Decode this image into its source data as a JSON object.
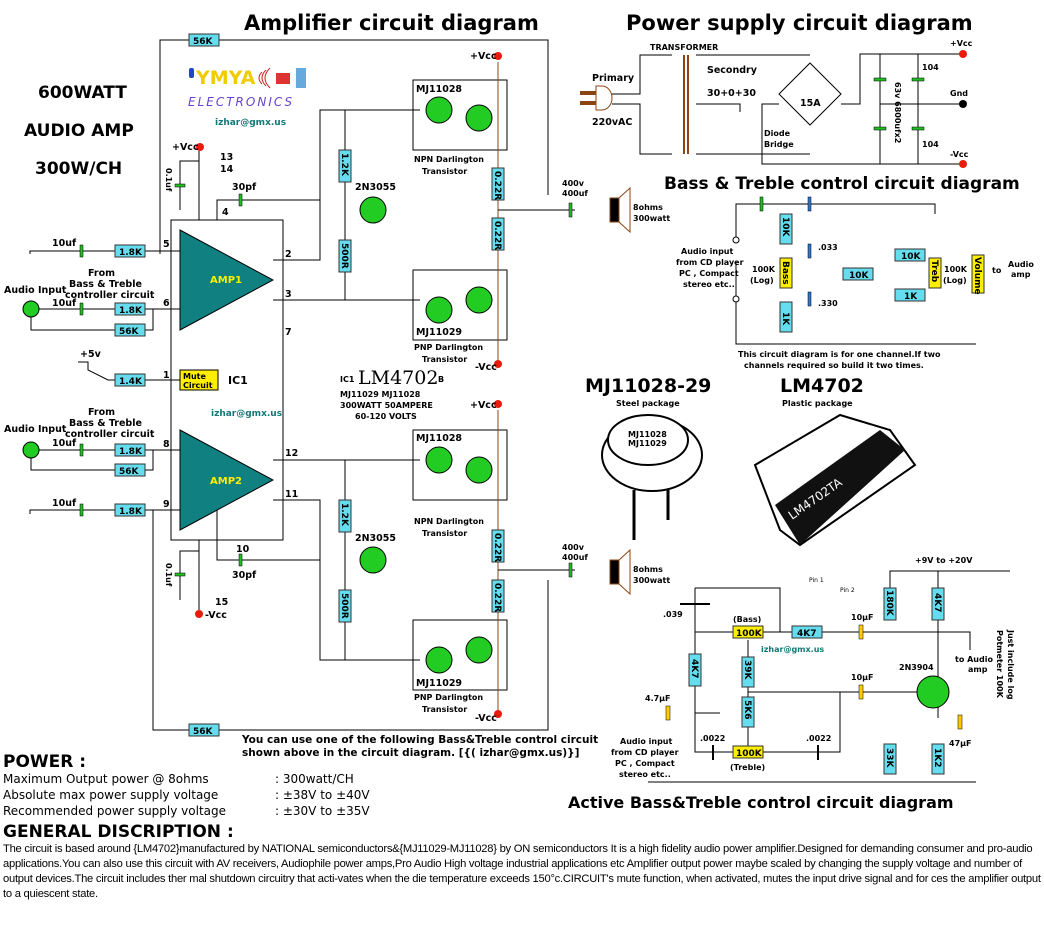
{
  "headings": {
    "amplifier": "Amplifier circuit diagram",
    "power_supply": "Power supply circuit diagram",
    "bass_treble": "Bass & Treble control circuit diagram",
    "active_bass_treble": "Active Bass&Treble control circuit diagram"
  },
  "side_title": [
    "600WATT",
    "AUDIO AMP",
    "300W/CH"
  ],
  "brand": {
    "logo_top": "YMYA",
    "logo_bottom": "ELECTRONICS",
    "email": "izhar@gmx.us"
  },
  "amplifier": {
    "feedback_resistor": "56K",
    "vcc_pos": "+Vcc",
    "vcc_neg": "-Vcc",
    "plus5v": "+5v",
    "cap_01": "0.1uf",
    "cap_30pf": "30pf",
    "cap_10uf": "10uf",
    "r_18k": "1.8K",
    "r_56k": "56K",
    "r_14k": "1.4K",
    "r_12k": "1.2K",
    "r_500r": "500R",
    "r_022": "0.22R",
    "amp1": "AMP1",
    "amp2": "AMP2",
    "mute": [
      "Mute",
      "Circuit"
    ],
    "ic1": "IC1",
    "audio_input": "Audio Input",
    "from_bt": [
      "From",
      "Bass & Treble",
      "controller circuit"
    ],
    "pins": {
      "p1": "1",
      "p2": "2",
      "p3": "3",
      "p4": "4",
      "p5": "5",
      "p6": "6",
      "p7": "7",
      "p8": "8",
      "p9": "9",
      "p10": "10",
      "p11": "11",
      "p12": "12",
      "p13": "13",
      "p14": "14",
      "p15": "15"
    },
    "npn": "MJ11028",
    "pnp": "MJ11029",
    "npn_label": [
      "NPN Darlington",
      "Transistor"
    ],
    "pnp_label": [
      "PNP Darlington",
      "Transistor"
    ],
    "driver": "2N3055",
    "speaker": [
      "8ohms",
      "300watt"
    ],
    "out_cap": [
      "400v",
      "400uf"
    ],
    "ic_name_prefix": "IC1",
    "ic_name": "LM4702",
    "ic_name_suffix": "B",
    "ic_info": [
      "MJ11029    MJ11028",
      "300WATT 50AMPERE",
      "60-120 VOLTS"
    ],
    "note": [
      "You can use one of the following Bass&Treble control circuit",
      "shown above in the circuit diagram.     [{( izhar@gmx.us)}]"
    ]
  },
  "power_supply": {
    "transformer": "TRANSFORMER",
    "primary": "Primary",
    "mains": "220vAC",
    "secondary": "Secondry",
    "sec_volt": "30+0+30",
    "bridge_rating": "15A",
    "bridge": [
      "Diode",
      "Bridge"
    ],
    "cap_value": "63v  6800ufx2",
    "cap_104": "104",
    "vcc_pos": "+Vcc",
    "gnd": "Gnd",
    "vcc_neg": "-Vcc"
  },
  "bass_treble": {
    "input": [
      "Audio input",
      "from CD player",
      "PC , Compact",
      "stereo etc.."
    ],
    "r10k": "10K",
    "r1k": "1K",
    "c033": ".033",
    "c330": ".330",
    "pot_bass": "Bass",
    "pot_treb": "Treb",
    "pot_vol": "Volume",
    "pot_value": [
      "100K",
      "(Log)"
    ],
    "output": [
      "to",
      "Audio",
      "amp"
    ],
    "note": [
      "This circuit diagram is for one channel.If two",
      "channels required so build it two times."
    ]
  },
  "packages": {
    "mj_title": "MJ11028-29",
    "mj_sub": "Steel package",
    "mj_marks": [
      "MJ11028",
      "MJ11029"
    ],
    "lm_title": "LM4702",
    "lm_sub": "Plastic package",
    "lm_mark": "LM4702TA",
    "pin1": "Pin 1",
    "pin2": "Pin 2"
  },
  "active": {
    "supply": "+9V to +20V",
    "c039": ".039",
    "bass": "(Bass)",
    "treble": "(Treble)",
    "pot": "100K",
    "r4k7": "4K7",
    "r39k": "39K",
    "r5k6": "5K6",
    "r180k": "180K",
    "r33k": "33K",
    "r1k2": "1K2",
    "c10u": "10µF",
    "c47u": "4.7µF",
    "c47": "47µF",
    "c0022": ".0022",
    "transistor": "2N3904",
    "output": [
      "to Audio",
      "amp"
    ],
    "input": [
      "Audio input",
      "from CD player",
      "PC , Compact",
      "stereo etc.."
    ],
    "side_note": [
      "Just include log",
      "Potmeter 100K"
    ]
  },
  "power": {
    "heading": "POWER :",
    "rows": [
      {
        "k": "Maximum Output power @ 8ohms",
        "v": ":   300watt/CH"
      },
      {
        "k": "Absolute max power supply voltage",
        "v": ": ±38V to ±40V"
      },
      {
        "k": "Recommended power supply voltage",
        "v": ": ±30V to ±35V"
      }
    ]
  },
  "general": {
    "heading": "GENERAL DISCRIPTION :",
    "body": "The circuit is based around {LM4702}manufactured by NATIONAL semiconductors&{MJ11029-MJ11028} by ON semiconductors It is a high fidelity audio power amplifier.Designed for demanding consumer and pro-audio applications.You can also use this circuit with AV receivers, Audiophile power amps,Pro Audio High voltage industrial applications etc Amplifier output power maybe scaled by changing the supply voltage and number of output devices.The circuit includes ther mal shutdown circuitry that acti-vates when the die temperature exceeds 150°c.CIRCUIT's mute function, when activated, mutes the input drive signal and for ces the amplifier output to a quiescent state."
  }
}
